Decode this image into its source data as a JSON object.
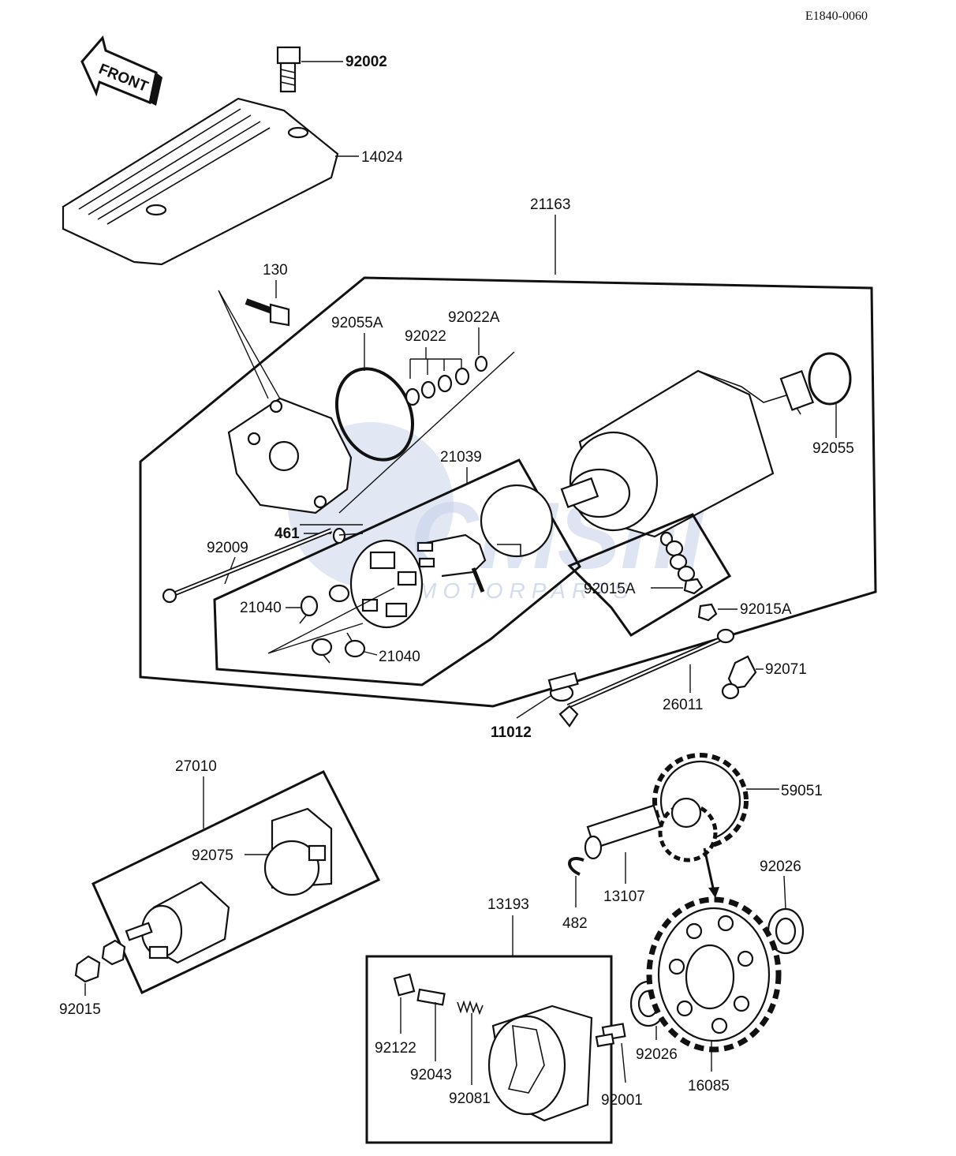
{
  "diagram_code": "E1840-0060",
  "front_arrow_text": "FRONT",
  "watermark": {
    "logo_text": "CMSnl",
    "sub_text": "MOTORPARTS",
    "color": "#c9d3ea"
  },
  "part_labels": {
    "p92002": "92002",
    "p14024": "14024",
    "p21163": "21163",
    "p130": "130",
    "p92055A": "92055A",
    "p92022A": "92022A",
    "p92022": "92022",
    "p92055": "92055",
    "p21039": "21039",
    "p461": "461",
    "p92009": "92009",
    "p92015A_1": "92015A",
    "p92015A_2": "92015A",
    "p21040_1": "21040",
    "p21040_2": "21040",
    "p92071": "92071",
    "p26011": "26011",
    "p11012": "11012",
    "p27010": "27010",
    "p59051": "59051",
    "p92075": "92075",
    "p92026_1": "92026",
    "p13107": "13107",
    "p482": "482",
    "p13193": "13193",
    "p92015": "92015",
    "p92122": "92122",
    "p92043": "92043",
    "p92081": "92081",
    "p92001": "92001",
    "p92026_2": "92026",
    "p16085": "16085"
  }
}
